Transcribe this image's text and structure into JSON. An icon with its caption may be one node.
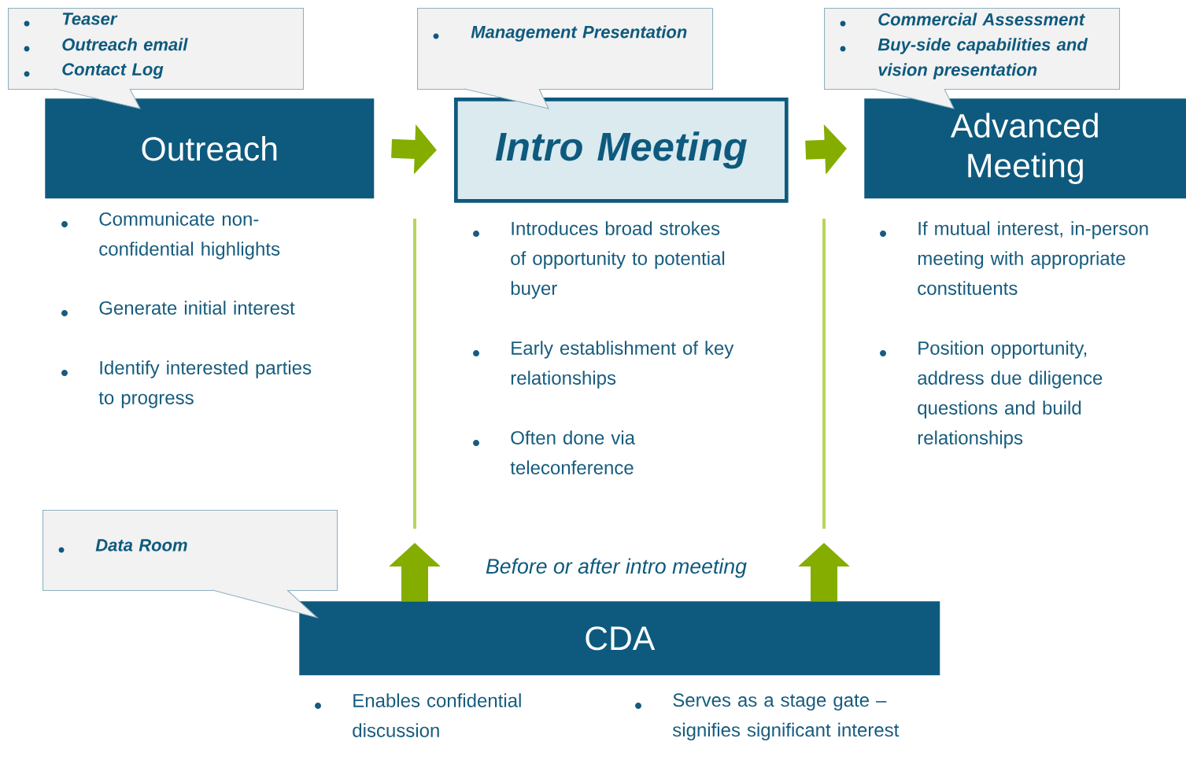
{
  "diagram": {
    "nodes": [
      {
        "text": [
          "Outreach"
        ],
        "beside": [
          "Communicate non-confidential highlights",
          "Generate initial interest",
          "Identify interested parties to progress"
        ]
      },
      {
        "text": [
          "Intro Meeting"
        ],
        "beside": [
          "Introduces broad strokes of opportunity to potential buyer",
          "Early establishment of key relationships",
          "Often done via teleconference"
        ]
      },
      {
        "text": [
          "Advanced Meeting"
        ],
        "beside": [
          "If mutual interest, in-person meeting with appropriate constituents",
          "Position opportunity, address due diligence questions and build relationships"
        ]
      },
      {
        "text": [
          "CDA"
        ],
        "beside": [
          "Enables confidential discussion",
          "Serves as a stage gate – signifies significant interest"
        ]
      },
      {
        "text": [
          "Teaser",
          "Outreach email",
          "Contact Log"
        ]
      },
      {
        "text": [
          "Management Presentation"
        ]
      },
      {
        "text": [
          "Commercial Assessment",
          "Buy-side capabilities and vision presentation"
        ]
      },
      {
        "text": [
          "Data Room"
        ]
      }
    ],
    "edges": [
      {
        "from": 0,
        "to": 1,
        "arrow": "to"
      },
      {
        "from": 1,
        "to": 2,
        "arrow": "to"
      },
      {
        "from": 3,
        "to": null,
        "arrow": "to"
      },
      {
        "from": 3,
        "to": null,
        "arrow": "to"
      }
    ],
    "labels": [
      "Before or after intro meeting"
    ]
  }
}
